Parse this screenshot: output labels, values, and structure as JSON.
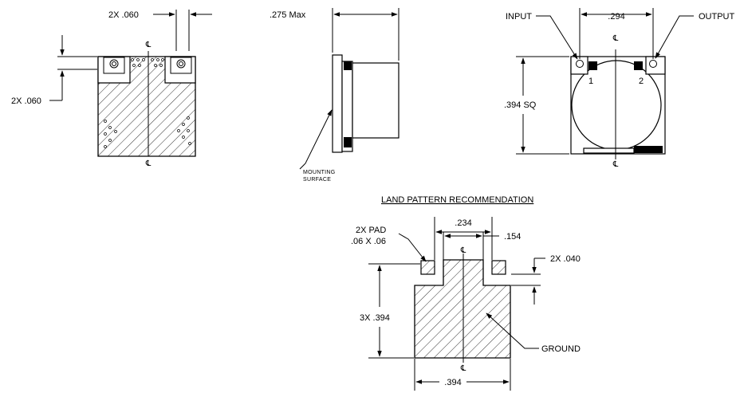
{
  "top_view": {
    "pad_width_dim": "2X .060",
    "pad_height_dim": "2X .060",
    "centerline_symbol": "℄"
  },
  "side_view": {
    "height_dim": ".275 Max",
    "mounting_line1": "MOUNTING",
    "mounting_line2": "SURFACE"
  },
  "bottom_view": {
    "input_label": "INPUT",
    "output_label": "OUTPUT",
    "pin_spacing_dim": ".294",
    "size_dim": ".394 SQ",
    "pin1": "1",
    "pin2": "2",
    "centerline_symbol": "℄"
  },
  "land_pattern": {
    "title": "LAND  PATTERN  RECOMMENDATION",
    "pad_label_line1": "2X PAD",
    "pad_label_line2": ".06 X .06",
    "pad_spacing_dim": ".234",
    "half_spacing_dim": ".154",
    "gap_dim": "2X .040",
    "height_dim": "3X .394",
    "width_dim": ".394",
    "ground_label": "GROUND",
    "centerline_symbol": "℄"
  }
}
